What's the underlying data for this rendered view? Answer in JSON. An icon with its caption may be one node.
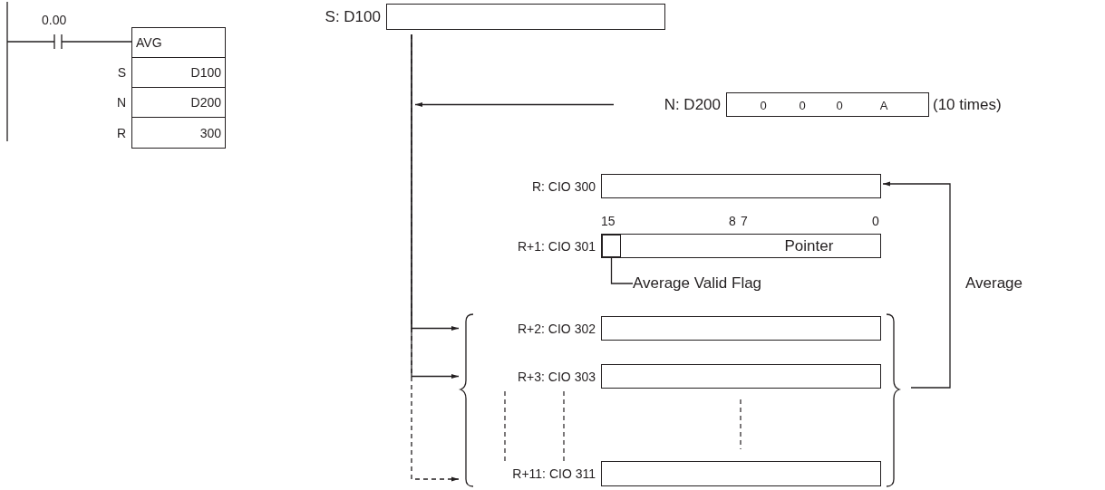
{
  "diagram": {
    "nodes": [
      {
        "text": [
          "AVG"
        ]
      },
      {
        "text": [
          "D100"
        ],
        "beside": [
          "S"
        ]
      },
      {
        "text": [
          "D200"
        ],
        "beside": [
          "N"
        ]
      },
      {
        "text": [
          "300"
        ],
        "beside": [
          "R"
        ]
      },
      {
        "text": [
          "S: D100"
        ]
      },
      {
        "text": [
          "N: D200",
          "0",
          "0",
          "0",
          "A"
        ],
        "beside": [
          "(10 times)"
        ]
      },
      {
        "text": [
          "R: CIO 300"
        ]
      },
      {
        "text": [
          "R+1: CIO 301",
          "Pointer"
        ]
      },
      {
        "text": [],
        "shape": "box",
        "in": 7
      },
      {
        "text": [
          "Average Valid Flag"
        ]
      },
      {
        "text": [
          "R+2: CIO 302"
        ]
      },
      {
        "text": [
          "R+3: CIO 303"
        ]
      },
      {
        "text": [
          "R+11: CIO 311"
        ]
      }
    ],
    "edges": [
      {
        "from": 4,
        "to": 10,
        "arrow": "to"
      },
      {
        "from": 4,
        "to": 11,
        "arrow": "to"
      },
      {
        "from": 4,
        "to": 12,
        "arrow": "to",
        "style": "dashed"
      },
      {
        "from": 5,
        "to": null,
        "arrow": "to"
      },
      {
        "from": null,
        "to": 6,
        "arrow": "to",
        "label": "Average"
      },
      {
        "from": 9,
        "to": 8,
        "arrow": "none"
      }
    ],
    "labels": [
      "0.00",
      "15",
      "8",
      "7",
      "0"
    ]
  }
}
